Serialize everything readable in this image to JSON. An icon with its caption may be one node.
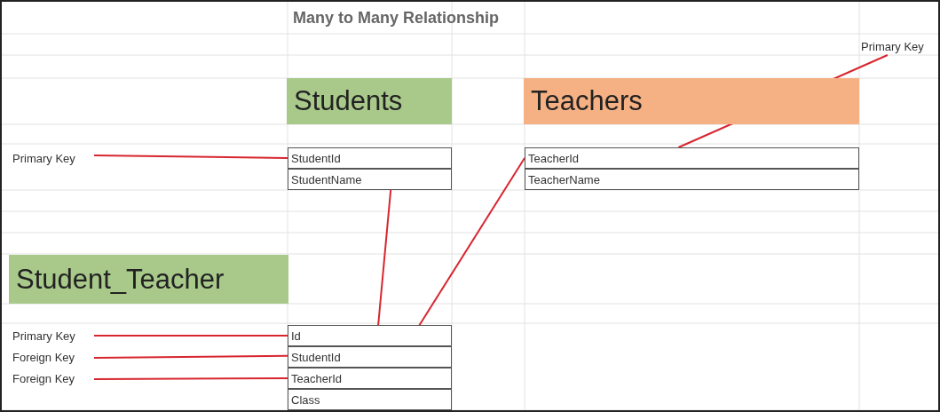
{
  "diagram": {
    "title": "Many to Many Relationship",
    "nodes": [
      {
        "text": [
          "Primary Key"
        ]
      },
      {
        "text": [
          "Students"
        ]
      },
      {
        "text": [
          "Teachers"
        ]
      },
      {
        "text": [
          "Primary Key"
        ]
      },
      {
        "text": [
          "StudentId"
        ]
      },
      {
        "text": [
          "TeacherId"
        ]
      },
      {
        "text": [
          "StudentName"
        ]
      },
      {
        "text": [
          "TeacherName"
        ]
      },
      {
        "text": [
          "Student_Teacher"
        ]
      },
      {
        "text": [
          "Primary Key"
        ]
      },
      {
        "text": [
          "Id"
        ]
      },
      {
        "text": [
          "Foreign Key"
        ]
      },
      {
        "text": [
          "StudentId"
        ]
      },
      {
        "text": [
          "Foreign Key"
        ]
      },
      {
        "text": [
          "TeacherId"
        ]
      },
      {
        "text": [
          "Class"
        ]
      }
    ],
    "edges": [
      {
        "from": 3,
        "to": 4,
        "arrow": "none"
      },
      {
        "from": 0,
        "to": 5,
        "arrow": "none"
      },
      {
        "from": 4,
        "to": 12,
        "arrow": "none"
      },
      {
        "from": 5,
        "to": 14,
        "arrow": "none"
      },
      {
        "from": 9,
        "to": 10,
        "arrow": "none"
      },
      {
        "from": 11,
        "to": 12,
        "arrow": "none"
      },
      {
        "from": 13,
        "to": 14,
        "arrow": "none"
      }
    ]
  }
}
